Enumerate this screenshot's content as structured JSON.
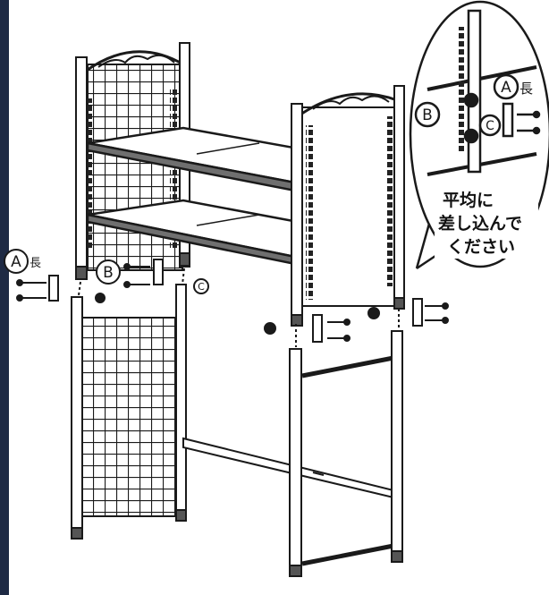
{
  "labels": {
    "a_left": "A",
    "a_left_suffix": "長",
    "b_left": "B",
    "c_left": "C",
    "a_inset": "A",
    "a_inset_suffix": "長",
    "b_inset": "B",
    "c_inset": "C"
  },
  "callout": {
    "line1": "平均に",
    "line2": "差し込んで",
    "line3": "ください"
  },
  "colors": {
    "line": "#1a1a1a",
    "shade": "#6f6f6f",
    "left_bar": "#1e2a44",
    "paper": "#ffffff"
  }
}
